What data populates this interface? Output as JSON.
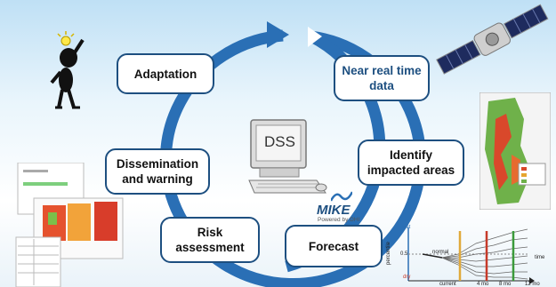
{
  "steps": {
    "adaptation": "Adaptation",
    "near_real_time_1": "Near real time",
    "near_real_time_2": "data",
    "identify_1": "Identify",
    "identify_2": "impacted areas",
    "forecast": "Forecast",
    "risk_1": "Risk",
    "risk_2": "assessment",
    "dissemination_1": "Dissemination",
    "dissemination_2": "and warning"
  },
  "center": {
    "dss": "DSS",
    "mike": "MIKE",
    "mike_sub": "Powered by DHI"
  },
  "forecast_plot": {
    "wet": "wet",
    "normal": "normal",
    "dry": "dry",
    "percentile": "percentile",
    "p05": "0.5",
    "time": "time",
    "ticks": [
      "current",
      "4 mo",
      "8 mo",
      "12 mo"
    ]
  },
  "colors": {
    "arrow": "#2a6fb5",
    "box_border": "#1d4f80",
    "step_text_blue": "#1d4f80"
  }
}
